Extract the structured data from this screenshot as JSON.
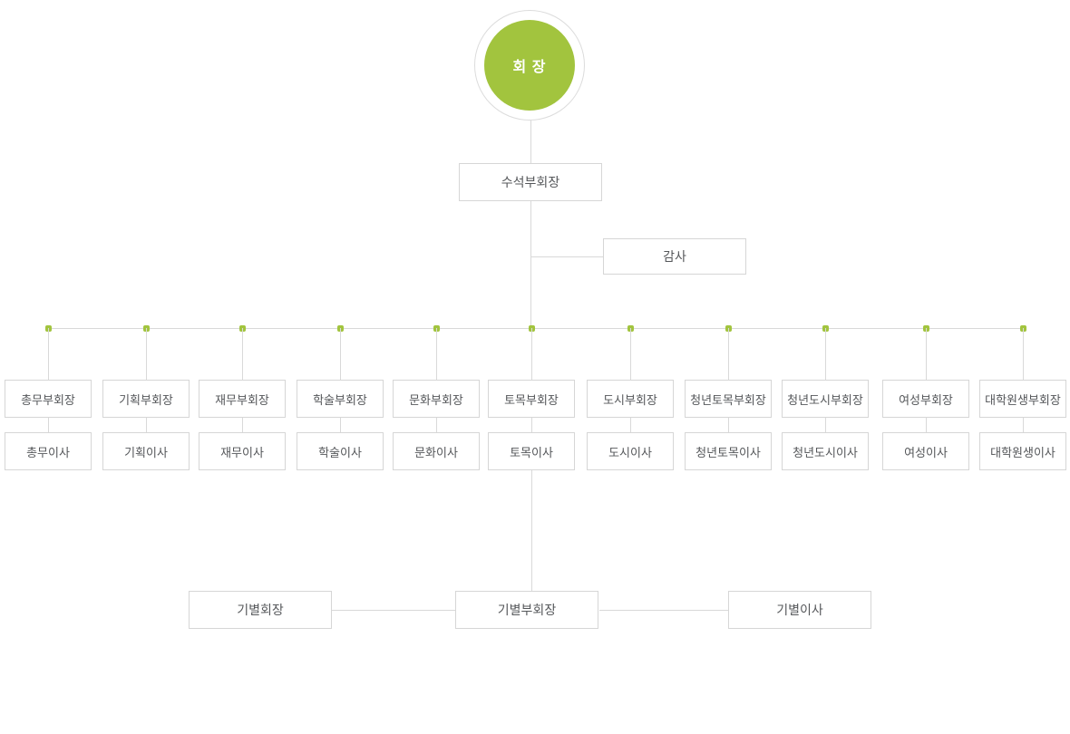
{
  "colors": {
    "accent_green": "#a2c43e",
    "line_gray": "#d9d9d9",
    "box_border": "#d6d6d6",
    "text_gray": "#55575a",
    "background": "#ffffff"
  },
  "org": {
    "root_label": "회 장",
    "senior_vp_label": "수석부회장",
    "auditor_label": "감사",
    "columns": [
      {
        "vp": "총무부회장",
        "director": "총무이사"
      },
      {
        "vp": "기획부회장",
        "director": "기획이사"
      },
      {
        "vp": "재무부회장",
        "director": "재무이사"
      },
      {
        "vp": "학술부회장",
        "director": "학술이사"
      },
      {
        "vp": "문화부회장",
        "director": "문화이사"
      },
      {
        "vp": "토목부회장",
        "director": "토목이사"
      },
      {
        "vp": "도시부회장",
        "director": "도시이사"
      },
      {
        "vp": "청년토목부회장",
        "director": "청년토목이사"
      },
      {
        "vp": "청년도시부회장",
        "director": "청년도시이사"
      },
      {
        "vp": "여성부회장",
        "director": "여성이사"
      },
      {
        "vp": "대학원생부회장",
        "director": "대학원생이사"
      }
    ],
    "branch": {
      "left": "기별회장",
      "center": "기별부회장",
      "right": "기별이사"
    }
  }
}
